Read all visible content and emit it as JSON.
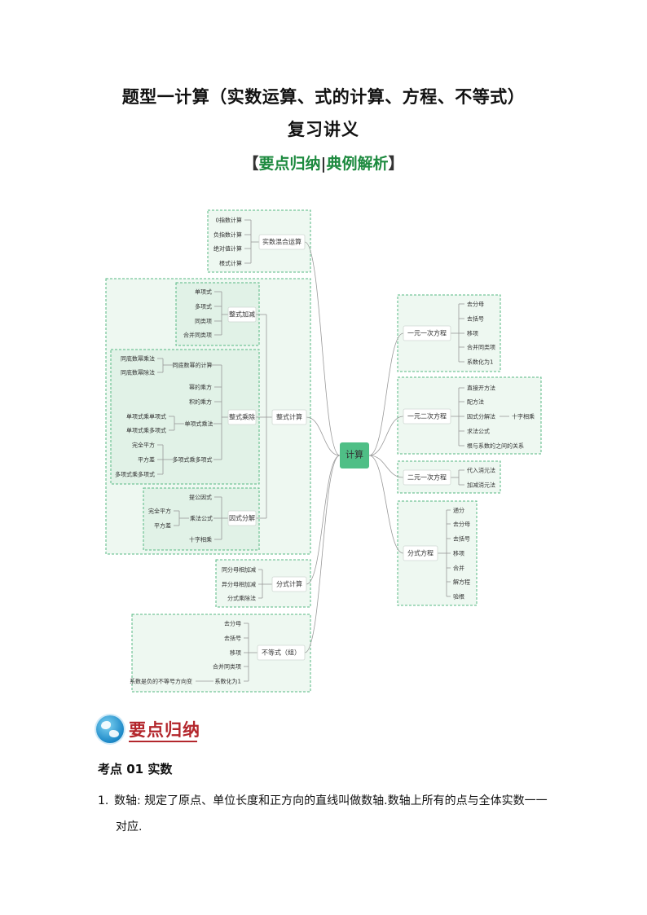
{
  "header": {
    "title_line1": "题型一计算（实数运算、式的计算、方程、不等式）",
    "title_line2": "复习讲义",
    "subtitle_open": "【",
    "subtitle_part1": "要点归纳",
    "subtitle_sep": "|",
    "subtitle_part2": "典例解析",
    "subtitle_close": "】"
  },
  "mindmap": {
    "center": "计算",
    "left": {
      "shishu": {
        "title": "实数混合运算",
        "items": [
          "0指数计算",
          "负指数计算",
          "绝对值计算",
          "根式计算"
        ]
      },
      "zhengshi": {
        "title": "整式计算",
        "jiajian": {
          "title": "整式加减",
          "items": [
            "单项式",
            "多项式",
            "同类项",
            "合并同类项"
          ]
        },
        "chengchu": {
          "title": "整式乘除",
          "tongdi": {
            "title": "同底数幂的计算",
            "items": [
              "同底数幂乘法",
              "同底数幂除法"
            ]
          },
          "plain": [
            "幂的乘方",
            "积的乘方"
          ],
          "danxiang": {
            "title": "单项式乘法",
            "items": [
              "单项式乘单项式",
              "单项式乘多项式"
            ]
          },
          "duoxiang": {
            "title": "多项式乘多项式",
            "items": [
              "完全平方",
              "平方差",
              "多项式乘多项式"
            ]
          }
        },
        "fenjie": {
          "title": "因式分解",
          "tigong": "提公因式",
          "chengfa": {
            "title": "乘法公式",
            "items": [
              "完全平方",
              "平方差"
            ]
          },
          "shizi": "十字相乘"
        }
      },
      "fenshi": {
        "title": "分式计算",
        "items": [
          "同分母相加减",
          "异分母相加减",
          "分式乘除法"
        ]
      },
      "budengshi": {
        "title": "不等式（组）",
        "items": [
          "去分母",
          "去括号",
          "移项",
          "合并同类项",
          "系数化为1"
        ],
        "note": "系数是负的不等号方向变"
      }
    },
    "right": {
      "yiyuanyici": {
        "title": "一元一次方程",
        "items": [
          "去分母",
          "去括号",
          "移项",
          "合并同类项",
          "系数化为1"
        ]
      },
      "yiyuanerci": {
        "title": "一元二次方程",
        "items": [
          "直接开方法",
          "配方法",
          "因式分解法",
          "求法公式",
          "根与系数的之间的关系"
        ],
        "sub": "十字相乘"
      },
      "eryuanyici": {
        "title": "二元一次方程",
        "items": [
          "代入消元法",
          "加减消元法"
        ]
      },
      "fenshifangcheng": {
        "title": "分式方程",
        "items": [
          "通分",
          "去分母",
          "去括号",
          "移项",
          "合并",
          "解方程",
          "验根"
        ]
      }
    }
  },
  "section": {
    "heading": "要点归纳",
    "kaodian": "考点 01 实数",
    "item_num": "1.",
    "item_line1": "数轴: 规定了原点、单位长度和正方向的直线叫做数轴.数轴上所有的点与全体实数一一",
    "item_line2": "对应."
  },
  "colors": {
    "accent_green": "#1d8a3f",
    "center_node": "#4fbf86",
    "box_border": "#57b883",
    "box_fill": "#eef8f1",
    "inner_fill": "#e1f2e7",
    "section_red": "#b3262c"
  },
  "icons": {
    "section_icon": "globe-icon"
  }
}
